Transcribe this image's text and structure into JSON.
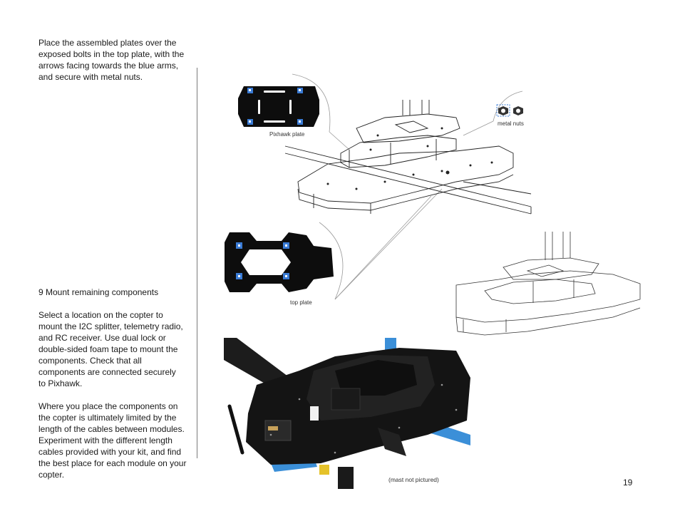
{
  "intro_text": "Place the assembled plates over the exposed bolts in the top plate, with the arrows facing towards the blue arms, and secure with metal nuts.",
  "step": {
    "heading": "9 Mount remaining components",
    "paragraph1": "Select a location on the copter to mount the I2C splitter, telemetry radio, and RC receiver. Use dual lock or double-sided foam tape to mount the components. Check that all components are connected securely to Pixhawk.",
    "paragraph2": "Where you place the components on the copter is ultimately limited by the length of the cables between modules. Experiment with the different length cables provided with your kit, and find the best place for each module on your copter."
  },
  "captions": {
    "pixhawk_plate": "Pixhawk plate",
    "metal_nuts": "metal nuts",
    "top_plate": "top plate",
    "mast": "(mast not pictured)"
  },
  "page_number": "19",
  "colors": {
    "plate_black": "#0d0d0d",
    "marker_blue": "#3a7bd5",
    "arm_blue": "#3b8fd8",
    "divider": "#7a7a7a"
  }
}
